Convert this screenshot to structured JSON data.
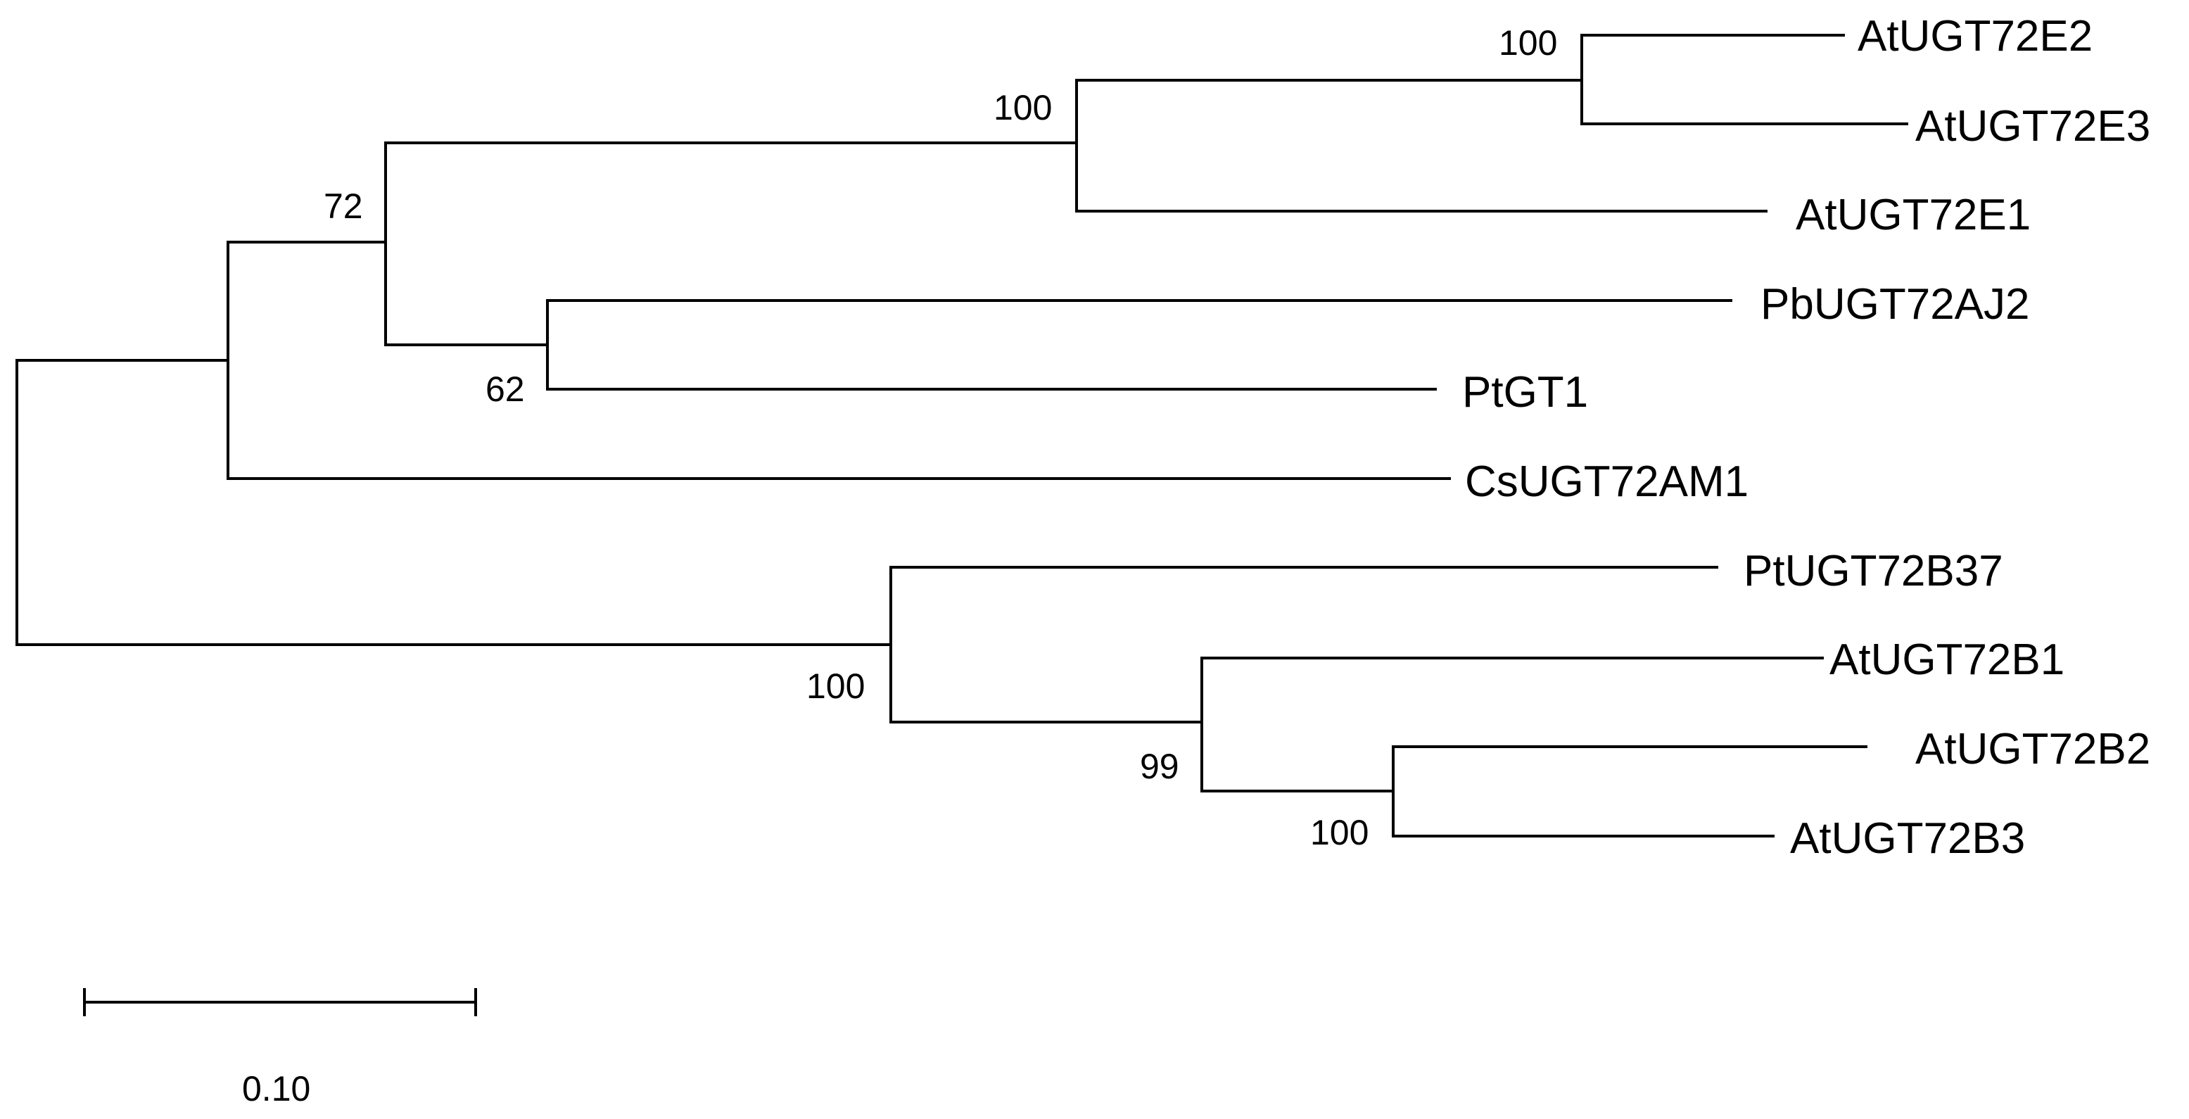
{
  "tree": {
    "taxa": [
      {
        "id": "t1",
        "label": "AtUGT72E2"
      },
      {
        "id": "t2",
        "label": "AtUGT72E3"
      },
      {
        "id": "t3",
        "label": "AtUGT72E1"
      },
      {
        "id": "t4",
        "label": "PbUGT72AJ2"
      },
      {
        "id": "t5",
        "label": "PtGT1"
      },
      {
        "id": "t6",
        "label": "CsUGT72AM1"
      },
      {
        "id": "t7",
        "label": "PtUGT72B37"
      },
      {
        "id": "t8",
        "label": "AtUGT72B1"
      },
      {
        "id": "t9",
        "label": "AtUGT72B2"
      },
      {
        "id": "t10",
        "label": "AtUGT72B3"
      }
    ],
    "support_values": [
      {
        "node": "E2-E3",
        "value": "100"
      },
      {
        "node": "E-clade",
        "value": "100"
      },
      {
        "node": "E-Pb-Pt",
        "value": "72"
      },
      {
        "node": "Pb-PtGT1",
        "value": "62"
      },
      {
        "node": "B-clade",
        "value": "100"
      },
      {
        "node": "B1-B2-B3",
        "value": "99"
      },
      {
        "node": "B2-B3",
        "value": "100"
      }
    ],
    "scale_bar": {
      "label": "0.10",
      "length": 0.1
    }
  }
}
